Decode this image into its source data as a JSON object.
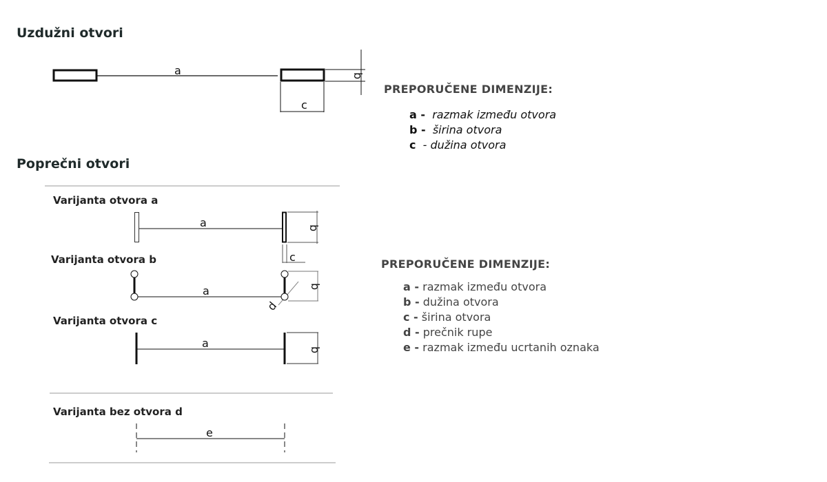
{
  "longitudinal": {
    "title": "Uzdužni otvori",
    "labels": {
      "a": "a",
      "b": "b",
      "c": "c"
    },
    "recommended": {
      "heading": "PREPORUČENE DIMENZIJE:",
      "items": [
        {
          "key": "a -",
          "text": "razmak između otvora"
        },
        {
          "key": "b -",
          "text": "širina otvora"
        },
        {
          "key": "c",
          "text": "- dužina otvora"
        }
      ]
    }
  },
  "transverse": {
    "title": "Poprečni otvori",
    "variants": [
      {
        "title": "Varijanta otvora a",
        "labels": [
          "a",
          "b",
          "c"
        ]
      },
      {
        "title": "Varijanta otvora b",
        "labels": [
          "a",
          "b",
          "d"
        ]
      },
      {
        "title": "Varijanta otvora c",
        "labels": [
          "a",
          "b"
        ]
      },
      {
        "title": "Varijanta bez otvora d",
        "labels": [
          "e"
        ]
      }
    ],
    "recommended": {
      "heading": "PREPORUČENE DIMENZIJE:",
      "items": [
        {
          "key": "a -",
          "text": "razmak između otvora"
        },
        {
          "key": "b -",
          "text": "dužina otvora"
        },
        {
          "key": "c -",
          "text": "širina otvora"
        },
        {
          "key": "d -",
          "text": "prečnik rupe"
        },
        {
          "key": "e -",
          "text": "razmak između ucrtanih oznaka"
        }
      ]
    }
  }
}
